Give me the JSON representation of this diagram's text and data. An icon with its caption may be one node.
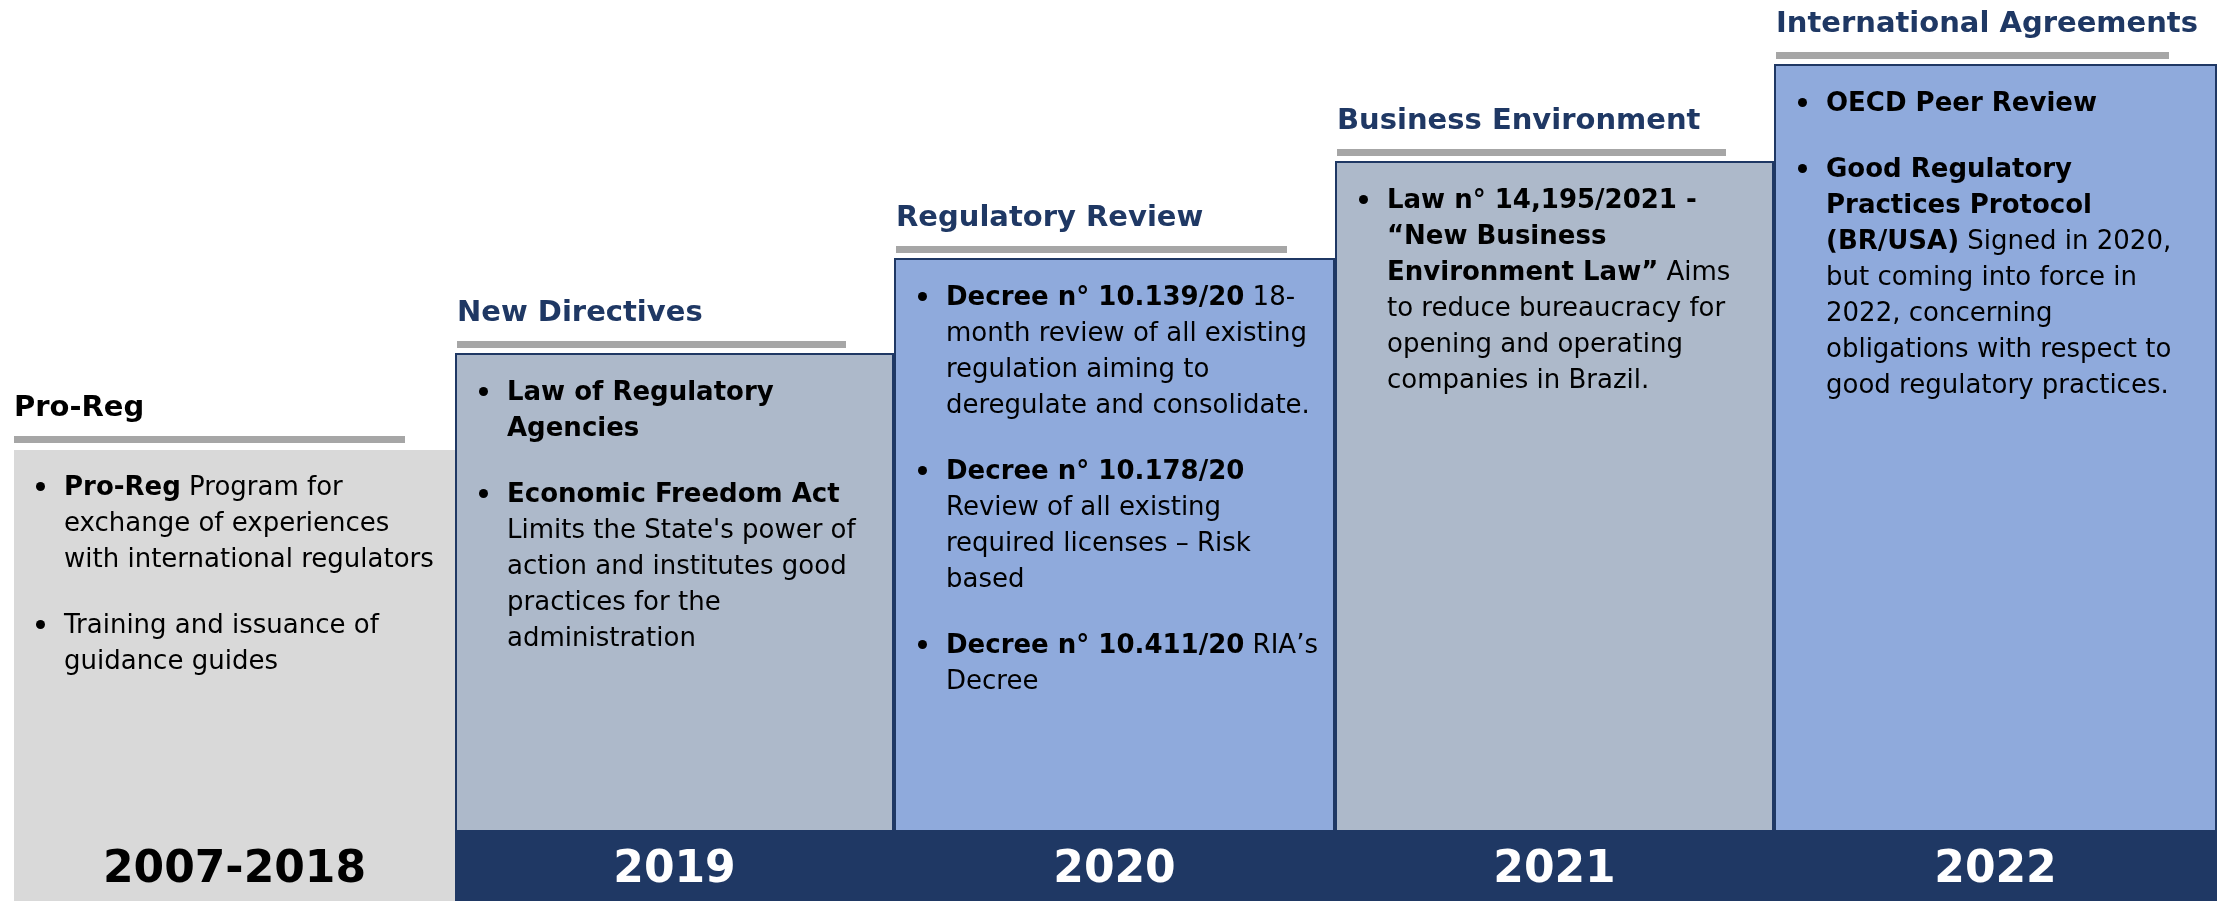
{
  "diagram": {
    "nodes": [
      {
        "text": [
          "Pro-Reg",
          "**Pro-Reg** Program for exchange of experiences with international regulators",
          "Training and issuance of guidance guides"
        ]
      },
      {
        "text": [
          "New Directives",
          "**Law of Regulatory Agencies**",
          "**Economic Freedom Act** Limits the State's power of action and institutes good practices for the administration"
        ]
      },
      {
        "text": [
          "Regulatory Review",
          "**Decree n° 10.139/20** 18-month review of all existing regulation aiming to deregulate and consolidate.",
          "**Decree n° 10.178/20** Review of all existing required licenses – Risk based",
          "**Decree n° 10.411/20** RIA’s Decree"
        ]
      },
      {
        "text": [
          "Business Environment",
          "**Law n° 14,195/2021 - “New Business Environment Law”** Aims to reduce bureaucracy for opening and operating companies in Brazil."
        ]
      },
      {
        "text": [
          "International Agreements",
          "**OECD Peer Review**",
          "**Good Regulatory Practices Protocol (BR/USA)** Signed in 2020, but coming into force in 2022, concerning obligations with respect to good regulatory practices."
        ]
      },
      {
        "text": [
          "2007-2018"
        ]
      },
      {
        "text": [
          "2019"
        ]
      },
      {
        "text": [
          "2020"
        ]
      },
      {
        "text": [
          "2021"
        ]
      },
      {
        "text": [
          "2022"
        ]
      }
    ]
  }
}
